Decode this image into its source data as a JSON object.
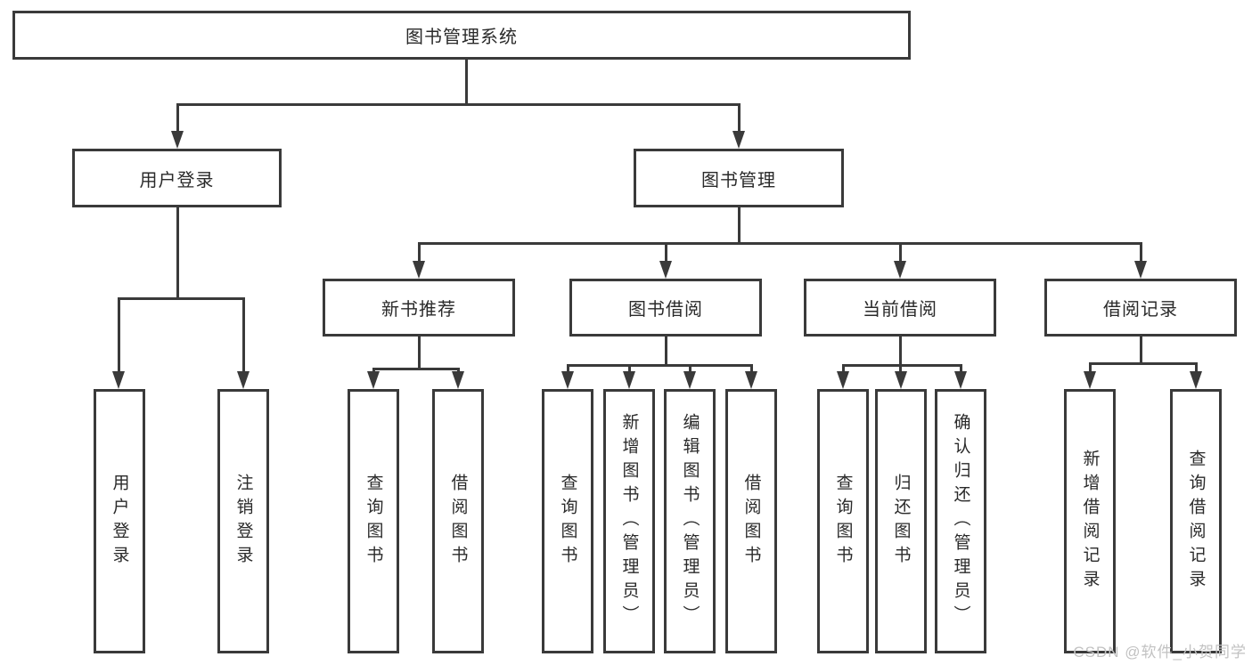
{
  "diagram": {
    "title": "图书管理系统",
    "root": "图书管理系统",
    "user_login": {
      "label": "用户登录",
      "children": [
        "用户登录",
        "注销登录"
      ]
    },
    "book_management": {
      "label": "图书管理",
      "groups": [
        {
          "label": "新书推荐",
          "children": [
            "查询图书",
            "借阅图书"
          ]
        },
        {
          "label": "图书借阅",
          "children": [
            "查询图书",
            "新增图书（管理员）",
            "编辑图书（管理员）",
            "借阅图书"
          ]
        },
        {
          "label": "当前借阅",
          "children": [
            "查询图书",
            "归还图书",
            "确认归还（管理员）"
          ]
        },
        {
          "label": "借阅记录",
          "children": [
            "新增借阅记录",
            "查询借阅记录"
          ]
        }
      ]
    }
  },
  "watermark": "CSDN @软件_小贺同学",
  "colors": {
    "line": "#3a3a3a",
    "text": "#2a2a2a",
    "watermark": "#c2c2c2",
    "background": "#ffffff"
  }
}
